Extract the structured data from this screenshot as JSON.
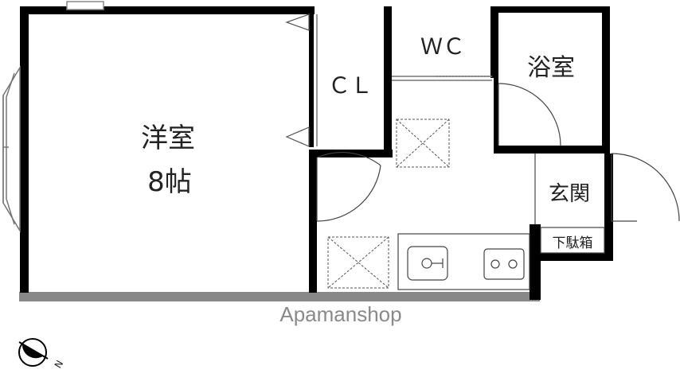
{
  "rooms": {
    "western_room_name": "洋室",
    "western_room_size": "8帖",
    "closet": "ＣＬ",
    "toilet": "ＷＣ",
    "bathroom": "浴室",
    "entrance": "玄関",
    "shoe_cabinet": "下駄箱"
  },
  "watermark": "Apamanshop",
  "compass": {
    "north_label": "N"
  },
  "colors": {
    "wall": "#000000",
    "floor_edge": "#888888",
    "fixture": "#444444"
  }
}
